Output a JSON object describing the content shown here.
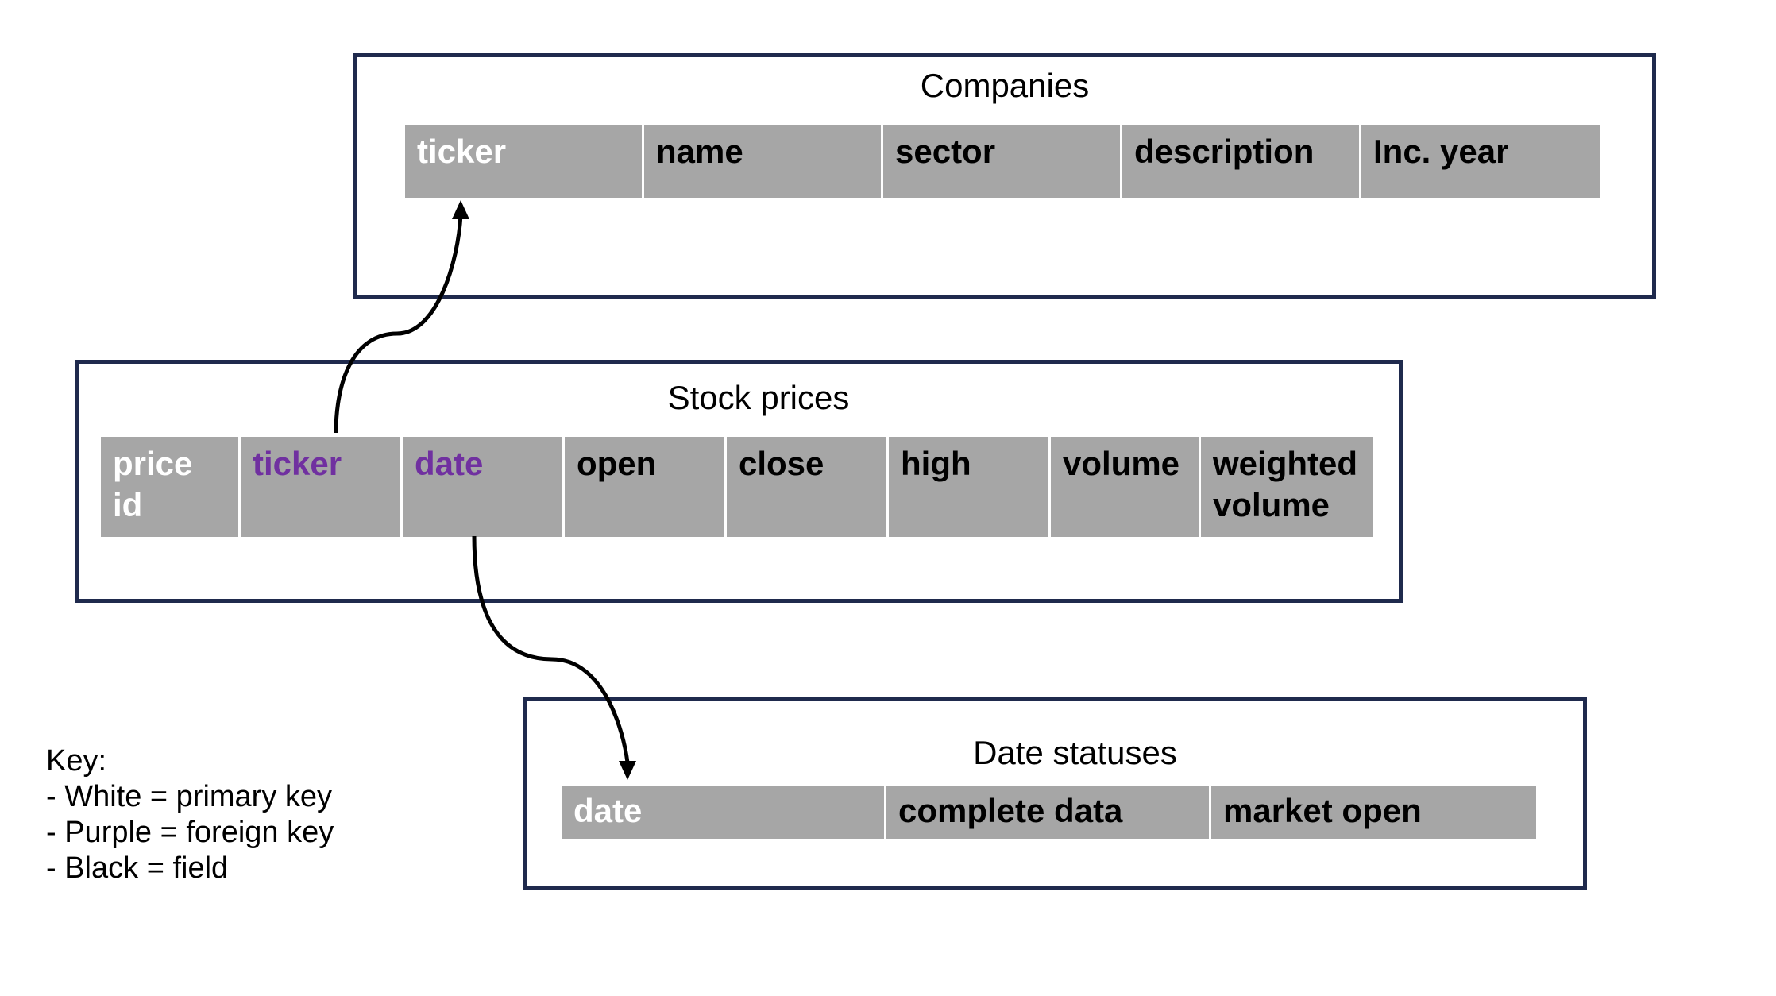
{
  "tables": {
    "companies": {
      "title": "Companies",
      "fields": [
        {
          "label": "ticker",
          "role": "primary"
        },
        {
          "label": "name",
          "role": "field"
        },
        {
          "label": "sector",
          "role": "field"
        },
        {
          "label": "description",
          "role": "field"
        },
        {
          "label": "Inc. year",
          "role": "field"
        }
      ]
    },
    "stock_prices": {
      "title": "Stock prices",
      "fields": [
        {
          "label": "price\nid",
          "role": "primary"
        },
        {
          "label": "ticker",
          "role": "foreign"
        },
        {
          "label": "date",
          "role": "foreign"
        },
        {
          "label": "open",
          "role": "field"
        },
        {
          "label": "close",
          "role": "field"
        },
        {
          "label": "high",
          "role": "field"
        },
        {
          "label": "volume",
          "role": "field"
        },
        {
          "label": "weighted\nvolume",
          "role": "field"
        }
      ]
    },
    "date_statuses": {
      "title": "Date statuses",
      "fields": [
        {
          "label": "date",
          "role": "primary"
        },
        {
          "label": "complete data",
          "role": "field"
        },
        {
          "label": "market open",
          "role": "field"
        }
      ]
    }
  },
  "relationships": [
    {
      "from": "Stock prices.ticker",
      "to": "Companies.ticker"
    },
    {
      "from": "Stock prices.date",
      "to": "Date statuses.date"
    }
  ],
  "key": {
    "heading": "Key:",
    "lines": [
      "- White = primary key",
      "- Purple = foreign key",
      "- Black = field"
    ]
  },
  "colors": {
    "primary_key": "#ffffff",
    "foreign_key": "#7030a0",
    "field": "#000000",
    "field_background": "#a6a6a6",
    "box_border": "#1f2a4d"
  }
}
